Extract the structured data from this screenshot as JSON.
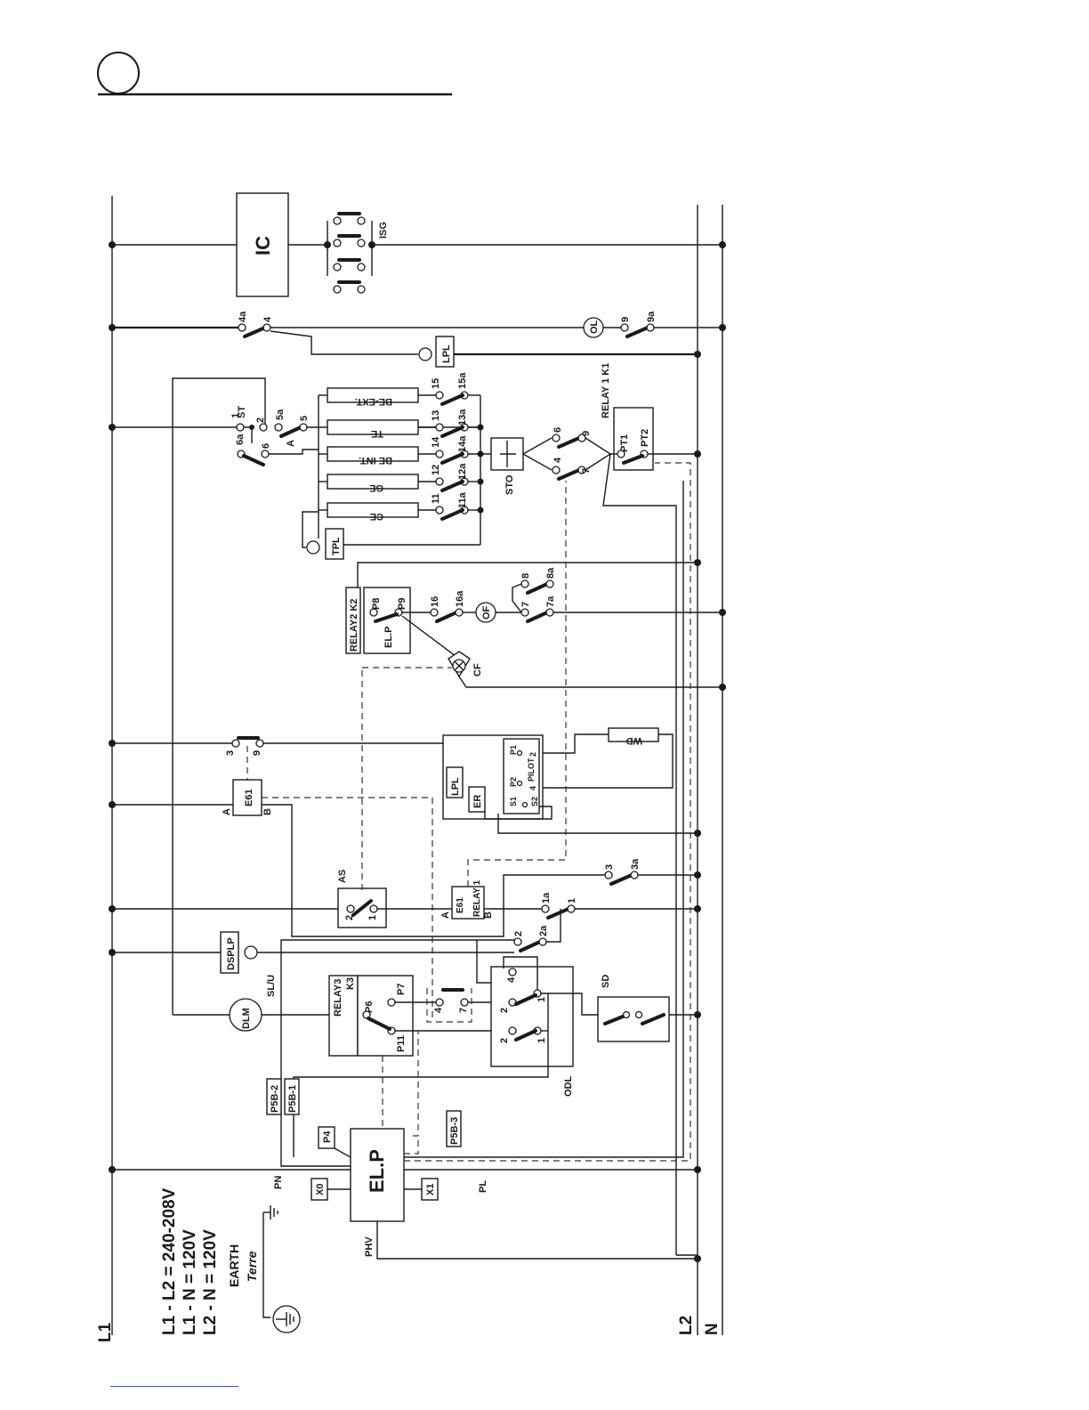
{
  "legend": {
    "lines": [
      "L1 - L2 = 240-208V",
      "L1 - N = 120V",
      "L2 - N = 120V"
    ],
    "earth": "EARTH",
    "terre": "Terre"
  },
  "rails": {
    "l1": "L1",
    "l2": "L2",
    "n": "N"
  },
  "components": {
    "ic": "IC",
    "isg": "ISG",
    "ol": "OL",
    "lpl": "LPL",
    "st": "ST",
    "sto": "STO",
    "be_ext": "BE-EXT.",
    "te": "TE",
    "be_int": "BE INT.",
    "ge": "GE",
    "ce": "CE",
    "tpl": "TPL",
    "relay1_k1": "RELAY 1  K1",
    "pt1": "PT1",
    "pt2": "PT2",
    "relay2_k2": "RELAY2  K2",
    "p8": "P8",
    "p9": "P9",
    "elp_small": "EL.P",
    "of": "OF",
    "cf": "CF",
    "wd": "WD",
    "pilot": "PILOT",
    "er": "ER",
    "e61": "E61",
    "e61_relay": "E61",
    "relay1": "RELAY 1",
    "as": "AS",
    "dsplp": "DSPLP",
    "slu": "SL/U",
    "relay3": "RELAY3",
    "k3": "K3",
    "p6": "P6",
    "p7": "P7",
    "p11": "P11",
    "dlm": "DLM",
    "sd": "SD",
    "odl": "ODL",
    "p5b2": "P5B-2",
    "p5b1": "P5B-1",
    "p5b3": "P5B-3",
    "p4": "P4",
    "elp": "EL.P",
    "pn": "PN",
    "x0": "X0",
    "x1": "X1",
    "pl": "PL",
    "phv": "PHV"
  },
  "terminals": {
    "t4a": "4a",
    "t4": "4",
    "t9": "9",
    "t9a": "9a",
    "t1": "1",
    "t2": "2",
    "t5a": "5a",
    "t5": "5",
    "t6a": "6a",
    "t6": "6",
    "tA": "A",
    "t15": "15",
    "t15a": "15a",
    "t13": "13",
    "t13a": "13a",
    "t14": "14",
    "t14a": "14a",
    "t12": "12",
    "t12a": "12a",
    "t11": "11",
    "t11a": "11a",
    "s6": "6",
    "s9": "9",
    "s4": "4",
    "s7": "7",
    "t16": "16",
    "t16a": "16a",
    "t8": "8",
    "t8a": "8a",
    "t7": "7",
    "t7a": "7a",
    "t3": "3",
    "t9b": "9",
    "tP1": "P1",
    "tP2": "P2",
    "tS1": "S1",
    "tS2": "S2",
    "tp2": "2",
    "tp4": "4",
    "tA2": "A",
    "tB2": "B",
    "tA3": "A",
    "tB3": "B",
    "r3": "3",
    "r3a": "3a",
    "r1a": "1a",
    "r1": "1",
    "r2": "2",
    "r2a": "2a",
    "as2": "2",
    "as1": "1",
    "k4": "4",
    "k7": "7",
    "o4": "4",
    "o2a": "2",
    "o1a": "1",
    "o2b": "2",
    "o1b": "1"
  }
}
